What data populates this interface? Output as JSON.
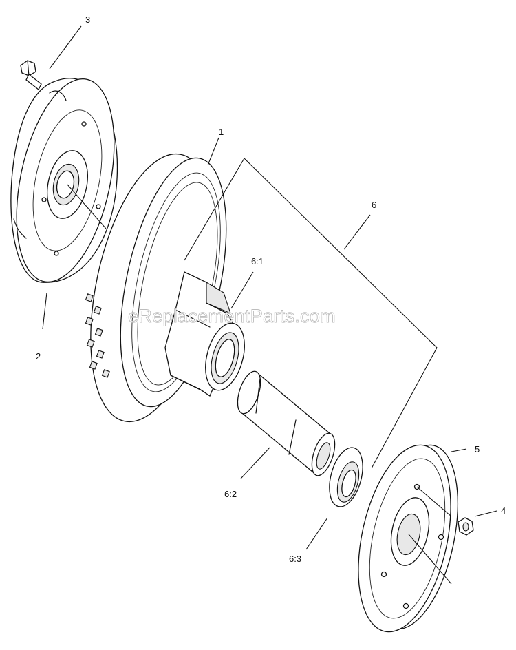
{
  "watermark": "eReplacementParts.com",
  "callouts": {
    "c1": "1",
    "c2": "2",
    "c3": "3",
    "c4": "4",
    "c5": "5",
    "c6": "6",
    "c61": "6:1",
    "c62": "6:2",
    "c63": "6:3"
  }
}
